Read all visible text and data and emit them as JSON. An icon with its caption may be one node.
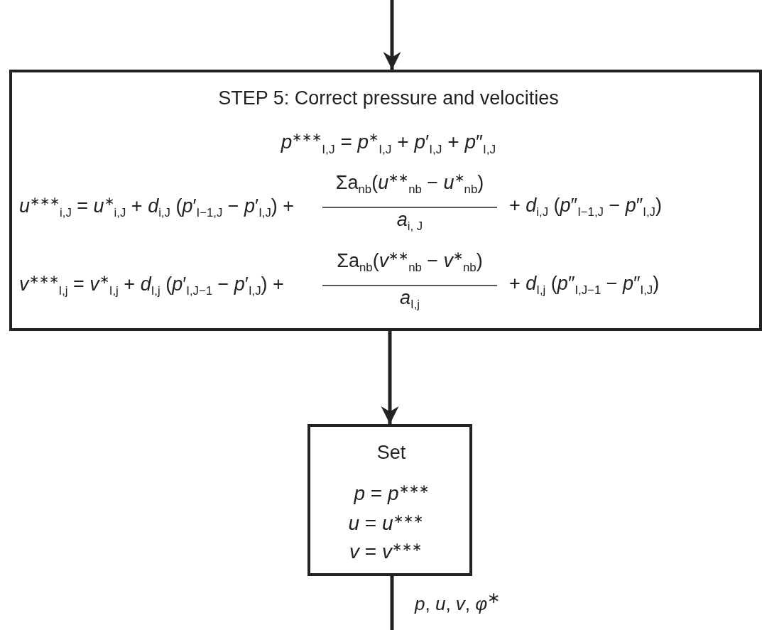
{
  "diagram": {
    "nodes": [
      {
        "text": [
          "STEP 5: Correct pressure and velocities",
          "*p*$^{∗∗∗}$$_{I,J}$ = *p*$^{∗}$$_{I,J}$ + *p*′$_{I,J}$ + *p*″$_{I,J}$",
          "*u*$^{∗∗∗}$$_{i,J}$ = *u*$^{∗}$$_{i,J}$ + *d*$_{i,J}$ (*p*′$_{I−1,J}$ − *p*′$_{I,J}$) +",
          "Σa$_{nb}$(*u*$^{∗∗}$$_{nb}$ − *u*$^{∗}$$_{nb}$)",
          "*a*$_{i, J}$",
          "+ *d*$_{i,J}$ (*p*″$_{I−1,J}$ − *p*″$_{I,J}$)",
          "*v*$^{∗∗∗}$$_{I,j}$ = *v*$^{∗}$$_{I,j}$ + *d*$_{I,j}$ (*p*′$_{I,J−1}$ − *p*′$_{I,J}$) +",
          "Σa$_{nb}$(*v*$^{∗∗}$$_{nb}$ − *v*$^{∗}$$_{nb}$)",
          "*a*$_{I,j}$",
          "+ *d*$_{I,j}$ (*p*″$_{I,J−1}$ − *p*″$_{I,J}$)"
        ]
      },
      {
        "text": [
          "Set",
          "*p* = *p*$^{∗∗∗}$",
          "*u* = *u*$^{∗∗∗}$",
          "*v* = *v*$^{∗∗∗}$"
        ]
      }
    ],
    "edges": [
      {
        "from": null,
        "to": 0,
        "arrow": "to"
      },
      {
        "from": 0,
        "to": 1,
        "arrow": "to"
      },
      {
        "from": 1,
        "to": null,
        "arrow": "none",
        "label": "*p*, *u*, *v*, *φ*$^{∗}$"
      }
    ]
  }
}
